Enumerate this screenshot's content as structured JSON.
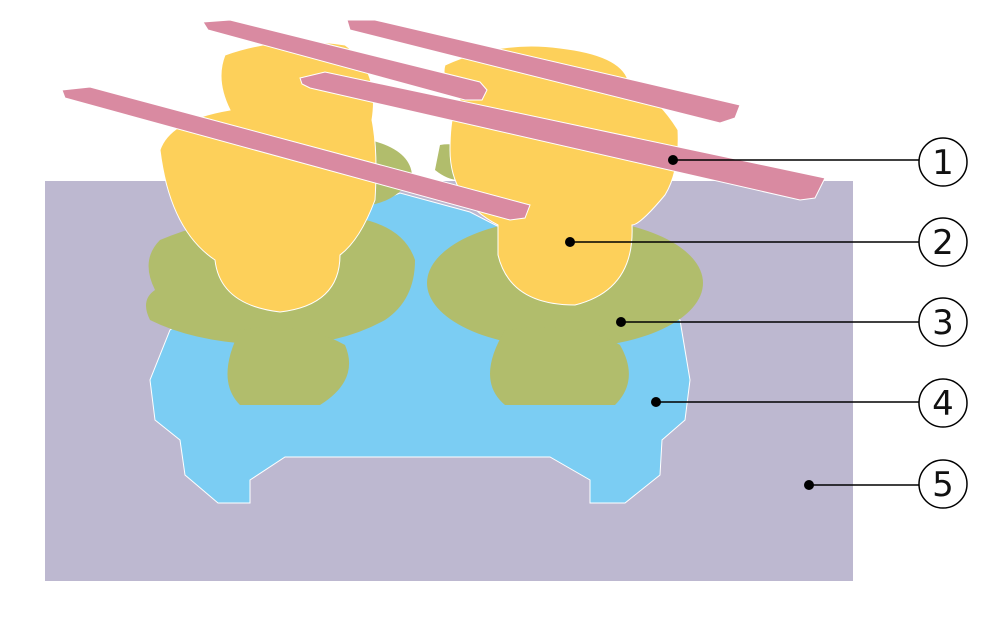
{
  "colors": {
    "layer5": "#bdb8d0",
    "layer4": "#7bcdf3",
    "layer3": "#b1bd6c",
    "layer2": "#fdd05a",
    "layer1": "#d98aa1"
  },
  "labels": [
    "1",
    "2",
    "3",
    "4",
    "5"
  ]
}
